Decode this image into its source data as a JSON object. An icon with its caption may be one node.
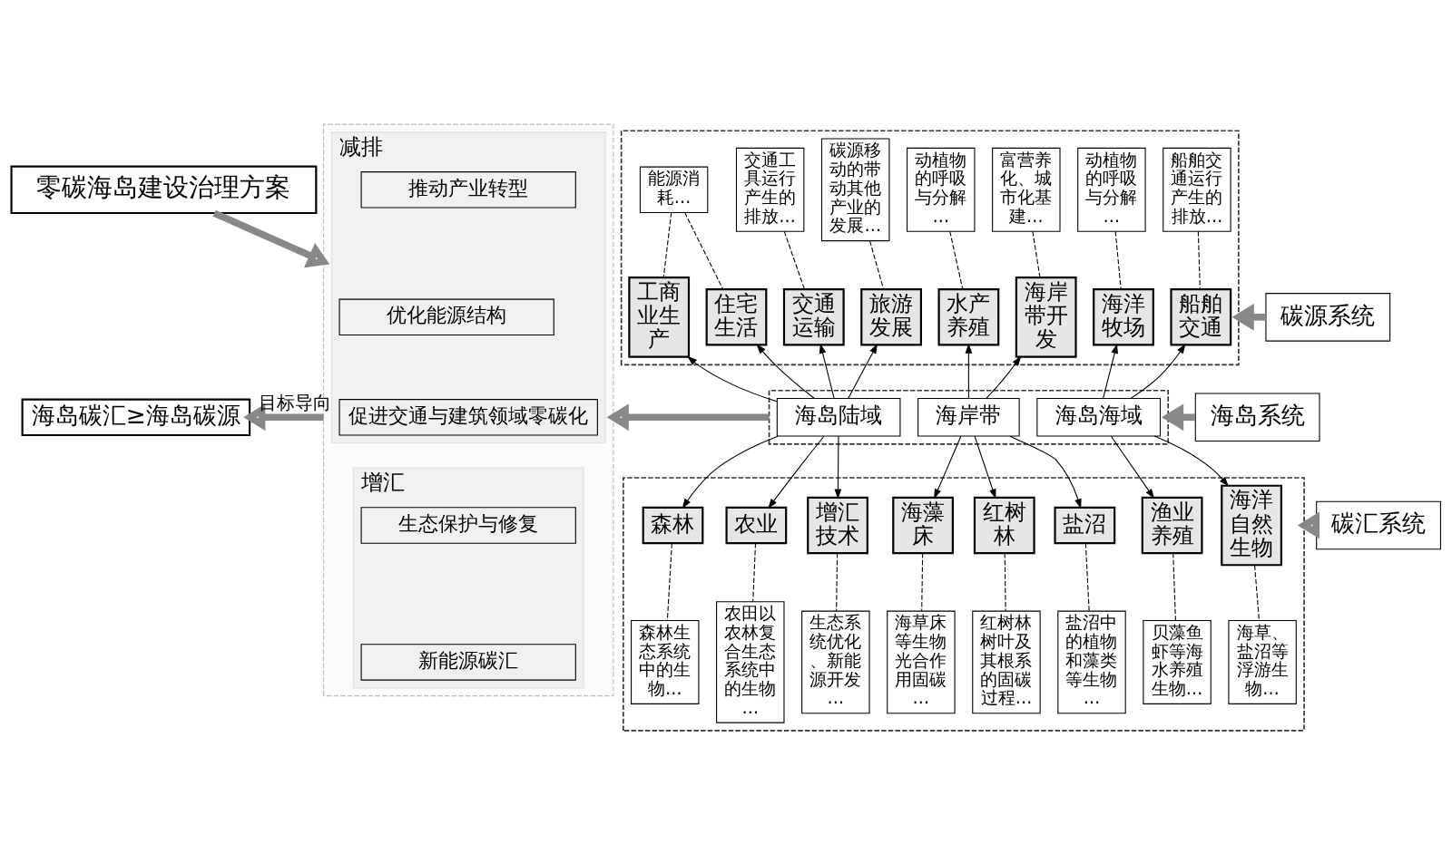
{
  "diagram": {
    "nodes": [
      {
        "text": [
          "海岛碳汇≥海岛碳源"
        ]
      },
      {
        "text": [
          "零碳海岛建设治理方案"
        ]
      },
      {
        "text": [],
        "shape": "box"
      },
      {
        "text": [
          "减排"
        ],
        "in": 2
      },
      {
        "text": [
          "推动产业转型"
        ],
        "in": 3
      },
      {
        "text": [
          "优化能源结构"
        ],
        "in": 3
      },
      {
        "text": [
          "促进交通与建筑领域零碳化"
        ],
        "in": 3
      },
      {
        "text": [
          "增汇"
        ],
        "in": 2
      },
      {
        "text": [
          "生态保护与修复"
        ],
        "in": 7
      },
      {
        "text": [
          "新能源碳汇"
        ],
        "in": 7
      },
      {
        "text": [],
        "shape": "box"
      },
      {
        "text": [
          "能源消耗…"
        ],
        "in": 10
      },
      {
        "text": [
          "交通工具运行产生的排放…"
        ],
        "in": 10
      },
      {
        "text": [
          "碳源移动的带动其他产业的发展…"
        ],
        "in": 10
      },
      {
        "text": [
          "动植物的呼吸与分解…"
        ],
        "in": 10
      },
      {
        "text": [
          "富营养化、城市化基建…"
        ],
        "in": 10
      },
      {
        "text": [
          "动植物的呼吸与分解…"
        ],
        "in": 10
      },
      {
        "text": [
          "船舶交通运行产生的排放…"
        ],
        "in": 10
      },
      {
        "text": [
          "工商业生产"
        ],
        "in": 10
      },
      {
        "text": [
          "住宅生活"
        ],
        "in": 10
      },
      {
        "text": [
          "交通运输"
        ],
        "in": 10
      },
      {
        "text": [
          "旅游发展"
        ],
        "in": 10
      },
      {
        "text": [
          "水产养殖"
        ],
        "in": 10
      },
      {
        "text": [
          "海岸带开发"
        ],
        "in": 10
      },
      {
        "text": [
          "海洋牧场"
        ],
        "in": 10
      },
      {
        "text": [
          "船舶交通"
        ],
        "in": 10
      },
      {
        "text": [
          "碳源系统"
        ]
      },
      {
        "text": [],
        "shape": "box"
      },
      {
        "text": [
          "海岛陆域"
        ],
        "in": 27
      },
      {
        "text": [
          "海岸带"
        ],
        "in": 27
      },
      {
        "text": [
          "海岛海域"
        ],
        "in": 27
      },
      {
        "text": [
          "海岛系统"
        ]
      },
      {
        "text": [],
        "shape": "box"
      },
      {
        "text": [
          "森林"
        ],
        "in": 32
      },
      {
        "text": [
          "农业"
        ],
        "in": 32
      },
      {
        "text": [
          "增汇技术"
        ],
        "in": 32
      },
      {
        "text": [
          "海藻床"
        ],
        "in": 32
      },
      {
        "text": [
          "红树林"
        ],
        "in": 32
      },
      {
        "text": [
          "盐沼"
        ],
        "in": 32
      },
      {
        "text": [
          "渔业养殖"
        ],
        "in": 32
      },
      {
        "text": [
          "海洋自然生物"
        ],
        "in": 32
      },
      {
        "text": [
          "森林生态系统中的生物…"
        ],
        "in": 32
      },
      {
        "text": [
          "农田以农林复合生态系统中的生物…"
        ],
        "in": 32
      },
      {
        "text": [
          "生态系统优化、新能源开发…"
        ],
        "in": 32
      },
      {
        "text": [
          "海草床等生物光合作用固碳…"
        ],
        "in": 32
      },
      {
        "text": [
          "红树林树叶及其根系的固碳过程…"
        ],
        "in": 32
      },
      {
        "text": [
          "盐沼中的植物和藻类等生物…"
        ],
        "in": 32
      },
      {
        "text": [
          "贝藻鱼虾等海水养殖生物…"
        ],
        "in": 32
      },
      {
        "text": [
          "海草、盐沼等浮游生物…"
        ],
        "in": 32
      },
      {
        "text": [
          "碳汇系统"
        ]
      }
    ],
    "edges": [
      {
        "from": 1,
        "to": 2,
        "arrow": "to",
        "style": "thick",
        "color": "#888888"
      },
      {
        "from": 2,
        "to": 0,
        "arrow": "to",
        "style": "thick",
        "color": "#888888",
        "label": "目标导向"
      },
      {
        "from": 27,
        "to": 2,
        "arrow": "to",
        "style": "thick",
        "color": "#888888"
      },
      {
        "from": 26,
        "to": 10,
        "arrow": "to",
        "style": "thick",
        "color": "#888888"
      },
      {
        "from": 31,
        "to": 27,
        "arrow": "to",
        "style": "thick",
        "color": "#888888"
      },
      {
        "from": 49,
        "to": 32,
        "arrow": "to",
        "style": "thick",
        "color": "#888888"
      },
      {
        "from": 11,
        "to": 18,
        "arrow": "none",
        "style": "dashed"
      },
      {
        "from": 11,
        "to": 19,
        "arrow": "none",
        "style": "dashed"
      },
      {
        "from": 12,
        "to": 20,
        "arrow": "none",
        "style": "dashed"
      },
      {
        "from": 13,
        "to": 21,
        "arrow": "none",
        "style": "dashed"
      },
      {
        "from": 14,
        "to": 22,
        "arrow": "none",
        "style": "dashed"
      },
      {
        "from": 15,
        "to": 23,
        "arrow": "none",
        "style": "dashed"
      },
      {
        "from": 16,
        "to": 24,
        "arrow": "none",
        "style": "dashed"
      },
      {
        "from": 17,
        "to": 25,
        "arrow": "none",
        "style": "dashed"
      },
      {
        "from": 28,
        "to": 18,
        "arrow": "to"
      },
      {
        "from": 28,
        "to": 19,
        "arrow": "to"
      },
      {
        "from": 28,
        "to": 20,
        "arrow": "to"
      },
      {
        "from": 28,
        "to": 21,
        "arrow": "to"
      },
      {
        "from": 29,
        "to": 22,
        "arrow": "to"
      },
      {
        "from": 29,
        "to": 23,
        "arrow": "to"
      },
      {
        "from": 30,
        "to": 24,
        "arrow": "to"
      },
      {
        "from": 30,
        "to": 25,
        "arrow": "to"
      },
      {
        "from": 28,
        "to": 33,
        "arrow": "to"
      },
      {
        "from": 28,
        "to": 34,
        "arrow": "to"
      },
      {
        "from": 28,
        "to": 35,
        "arrow": "to"
      },
      {
        "from": 29,
        "to": 36,
        "arrow": "to"
      },
      {
        "from": 29,
        "to": 37,
        "arrow": "to"
      },
      {
        "from": 29,
        "to": 38,
        "arrow": "to"
      },
      {
        "from": 30,
        "to": 39,
        "arrow": "to"
      },
      {
        "from": 30,
        "to": 40,
        "arrow": "to"
      },
      {
        "from": 33,
        "to": 41,
        "arrow": "none",
        "style": "dashed"
      },
      {
        "from": 34,
        "to": 42,
        "arrow": "none",
        "style": "dashed"
      },
      {
        "from": 35,
        "to": 43,
        "arrow": "none",
        "style": "dashed"
      },
      {
        "from": 36,
        "to": 44,
        "arrow": "none",
        "style": "dashed"
      },
      {
        "from": 37,
        "to": 45,
        "arrow": "none",
        "style": "dashed"
      },
      {
        "from": 38,
        "to": 46,
        "arrow": "none",
        "style": "dashed"
      },
      {
        "from": 39,
        "to": 47,
        "arrow": "none",
        "style": "dashed"
      },
      {
        "from": 40,
        "to": 48,
        "arrow": "none",
        "style": "dashed"
      }
    ]
  }
}
